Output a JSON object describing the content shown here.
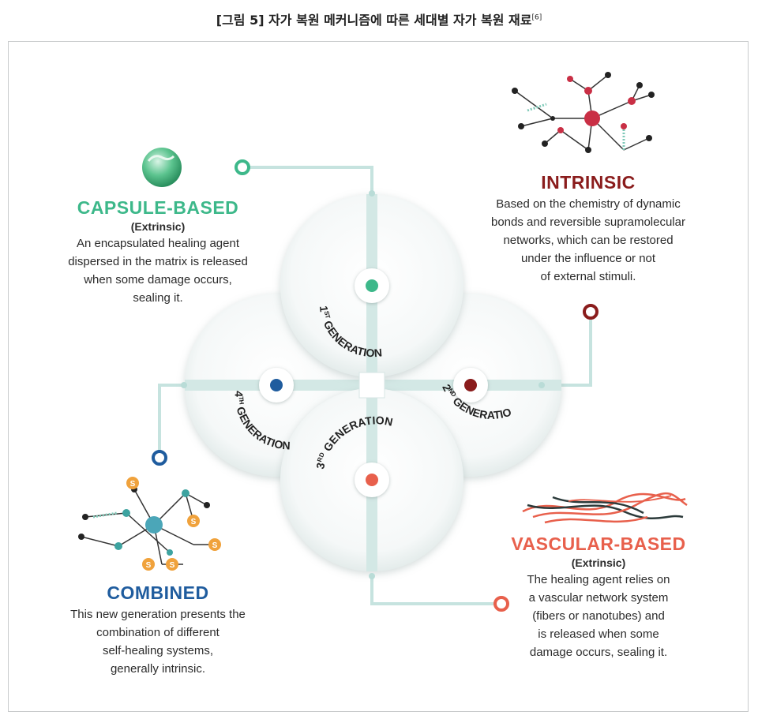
{
  "figure": {
    "title": "[그림 5] 자가 복원 메커니즘에 따른 세대별 자가 복원 재료",
    "ref": "[6]"
  },
  "colors": {
    "capsule": "#3db88a",
    "intrinsic": "#8a1c1c",
    "vascular": "#e8604c",
    "combined": "#1f5c9e",
    "connector": "#c6e3df",
    "orange": "#f0a23c"
  },
  "generations": {
    "g1": {
      "label": "GENERATION",
      "ord": "1",
      "suffix": "ST"
    },
    "g2": {
      "label": "GENERATION",
      "ord": "2",
      "suffix": "ND"
    },
    "g3": {
      "label": "GENERATION",
      "ord": "3",
      "suffix": "RD"
    },
    "g4": {
      "label": "GENERATION",
      "ord": "4",
      "suffix": "TH"
    }
  },
  "capsule": {
    "heading": "CAPSULE-BASED",
    "type": "(Extrinsic)",
    "lines": [
      "An encapsulated healing agent",
      "dispersed in the matrix is released",
      "when some damage occurs,",
      "sealing it."
    ]
  },
  "intrinsic": {
    "heading": "INTRINSIC",
    "lines": [
      "Based on the chemistry of dynamic",
      "bonds and reversible supramolecular",
      "networks, which can be restored",
      "under the influence or not",
      "of external stimuli."
    ]
  },
  "vascular": {
    "heading": "VASCULAR-BASED",
    "type": "(Extrinsic)",
    "lines": [
      "The healing agent relies on",
      "a vascular network system",
      "(fibers or nanotubes) and",
      "is released when some",
      "damage occurs, sealing it."
    ]
  },
  "combined": {
    "heading": "COMBINED",
    "lines": [
      "This new generation presents the",
      "combination of different",
      "self-healing systems,",
      "generally intrinsic."
    ]
  },
  "icons": {
    "capsule": "capsule-sphere-icon",
    "intrinsic": "molecular-network-icon",
    "vascular": "fiber-network-icon",
    "combined": "hybrid-network-icon",
    "s_label": "S"
  }
}
